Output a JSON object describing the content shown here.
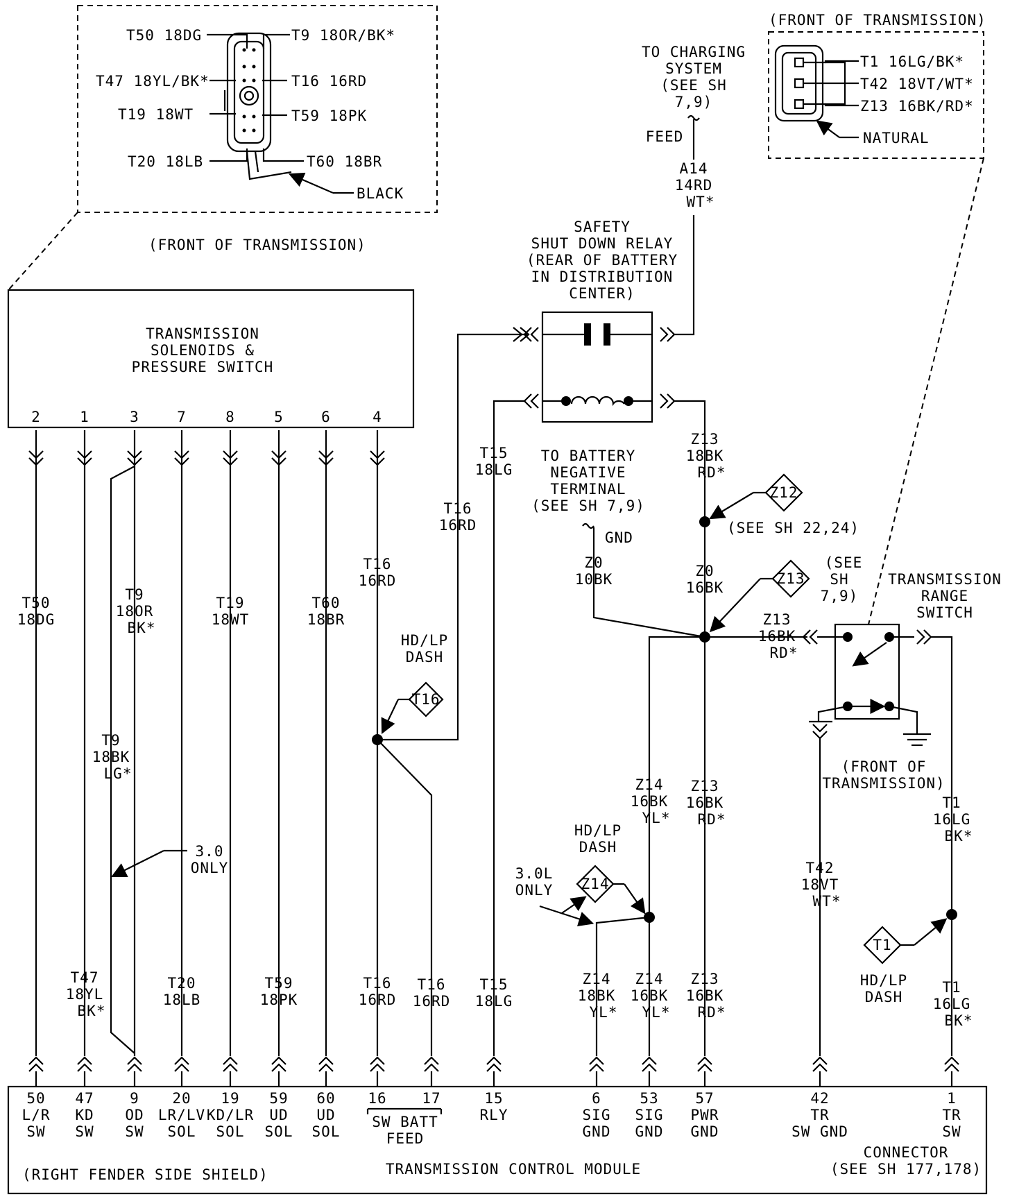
{
  "labels": {
    "front_top_left": "(FRONT OF TRANSMISSION)",
    "front_top_right": "(FRONT OF TRANSMISSION)",
    "front_range": [
      "(FRONT OF",
      "TRANSMISSION)"
    ],
    "black": "BLACK",
    "natural": "NATURAL",
    "solenoids_title": [
      "TRANSMISSION",
      "SOLENOIDS &",
      "PRESSURE SWITCH"
    ],
    "relay_title": [
      "SAFETY",
      "SHUT DOWN RELAY",
      "(REAR OF BATTERY",
      "IN DISTRIBUTION",
      "CENTER)"
    ],
    "charging": [
      "TO CHARGING",
      "SYSTEM",
      "(SEE SH",
      "7,9)"
    ],
    "feed": "FEED",
    "battery_neg": [
      "TO BATTERY",
      "NEGATIVE",
      "TERMINAL",
      "(SEE SH 7,9)"
    ],
    "gnd": "GND",
    "see_sh_22_24": "(SEE SH 22,24)",
    "see_sh_79": [
      "(SEE",
      "SH",
      "7,9)"
    ],
    "range_switch": [
      "TRANSMISSION",
      "RANGE",
      "SWITCH"
    ],
    "hdlp_dash_t16": [
      "HD/LP",
      "DASH"
    ],
    "hdlp_dash_z14": [
      "HD/LP",
      "DASH"
    ],
    "hdlp_dash_t1": [
      "HD/LP",
      "DASH"
    ],
    "only_30": [
      "3.0",
      "ONLY"
    ],
    "only_30l": [
      "3.0L",
      "ONLY"
    ],
    "tcm_title": "TRANSMISSION CONTROL MODULE",
    "right_fender": "(RIGHT FENDER SIDE SHIELD)",
    "connector": [
      "CONNECTOR",
      "(SEE SH 177,178)"
    ],
    "sw_batt_feed": [
      "SW BATT",
      "FEED"
    ]
  },
  "connector_left_pins": [
    "T50 18DG",
    "T47 18YL/BK*",
    "T19 18WT",
    "T20 18LB",
    "T9 18OR/BK*",
    "T16 16RD",
    "T59 18PK",
    "T60 18BR"
  ],
  "connector_right_pins": [
    "T1 16LG/BK*",
    "T42 18VT/WT*",
    "Z13 16BK/RD*"
  ],
  "solenoid_pins": [
    "2",
    "1",
    "3",
    "7",
    "8",
    "5",
    "6",
    "4"
  ],
  "splices": [
    "T16",
    "Z12",
    "Z13",
    "Z14",
    "T1"
  ],
  "wires": {
    "t50": [
      "T50",
      "18DG"
    ],
    "t9_top": [
      "T9",
      "18OR",
      "BK*"
    ],
    "t9_bk": [
      "T9",
      "18BK",
      "LG*"
    ],
    "t19": [
      "T19",
      "18WT"
    ],
    "t60": [
      "T60",
      "18BR"
    ],
    "t47": [
      "T47",
      "18YL",
      "BK*"
    ],
    "t20": [
      "T20",
      "18LB"
    ],
    "t59": [
      "T59",
      "18PK"
    ],
    "t16_a": [
      "T16",
      "16RD"
    ],
    "t16_b": [
      "T16",
      "16RD"
    ],
    "t16_c": [
      "T16",
      "16RD"
    ],
    "t16_d": [
      "T16",
      "16RD"
    ],
    "t15_a": [
      "T15",
      "18LG"
    ],
    "t15_b": [
      "T15",
      "18LG"
    ],
    "a14": [
      "A14",
      "14RD",
      "WT*"
    ],
    "z13_a": [
      "Z13",
      "18BK",
      "RD*"
    ],
    "z0_a": [
      "Z0",
      "10BK"
    ],
    "z0_b": [
      "Z0",
      "16BK"
    ],
    "z13_b": [
      "Z13",
      "16BK",
      "RD*"
    ],
    "z14_a": [
      "Z14",
      "16BK",
      "YL*"
    ],
    "z13_c": [
      "Z13",
      "16BK",
      "RD*"
    ],
    "z14_b": [
      "Z14",
      "18BK",
      "YL*"
    ],
    "z14_c": [
      "Z14",
      "16BK",
      "YL*"
    ],
    "z13_d": [
      "Z13",
      "16BK",
      "RD*"
    ],
    "t42": [
      "T42",
      "18VT",
      "WT*"
    ],
    "t1_a": [
      "T1",
      "16LG",
      "BK*"
    ],
    "t1_b": [
      "T1",
      "16LG",
      "BK*"
    ]
  },
  "tcm_pins": [
    {
      "num": "50",
      "lines": [
        "L/R",
        "SW"
      ]
    },
    {
      "num": "47",
      "lines": [
        "KD",
        "SW"
      ]
    },
    {
      "num": "9",
      "lines": [
        "OD",
        "SW"
      ]
    },
    {
      "num": "20",
      "lines": [
        "LR/LV",
        "SOL"
      ]
    },
    {
      "num": "19",
      "lines": [
        "KD/LR",
        "SOL"
      ]
    },
    {
      "num": "59",
      "lines": [
        "UD",
        "SOL"
      ]
    },
    {
      "num": "60",
      "lines": [
        "UD",
        "SOL"
      ]
    },
    {
      "num": "16",
      "lines": []
    },
    {
      "num": "17",
      "lines": []
    },
    {
      "num": "15",
      "lines": [
        "RLY"
      ]
    },
    {
      "num": "6",
      "lines": [
        "SIG",
        "GND"
      ]
    },
    {
      "num": "53",
      "lines": [
        "SIG",
        "GND"
      ]
    },
    {
      "num": "57",
      "lines": [
        "PWR",
        "GND"
      ]
    },
    {
      "num": "42",
      "lines": [
        "TR",
        "SW GND"
      ]
    },
    {
      "num": "1",
      "lines": [
        "TR",
        "SW"
      ]
    }
  ]
}
